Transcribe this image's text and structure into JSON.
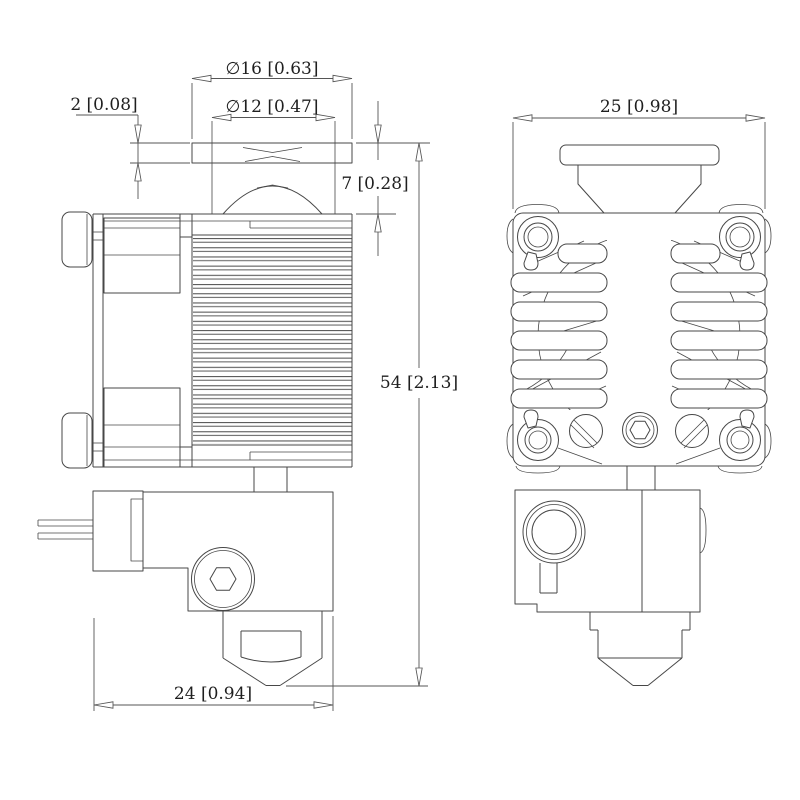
{
  "drawing": {
    "background": "#ffffff",
    "line_color": "#474747",
    "dim_line_color": "#555555",
    "text_color": "#1f1f1f",
    "dimensions": {
      "flange_od": {
        "label": "∅16 [0.63]",
        "mm": "16",
        "inch": "0.63"
      },
      "collar_od": {
        "label": "∅12 [0.47]",
        "mm": "12",
        "inch": "0.47"
      },
      "flange_thickness": {
        "label": "2 [0.08]",
        "mm": "2",
        "inch": "0.08"
      },
      "flange_to_heatsink": {
        "label": "7 [0.28]",
        "mm": "7",
        "inch": "0.28"
      },
      "overall_height": {
        "label": "54 [2.13]",
        "mm": "54",
        "inch": "2.13"
      },
      "heater_block_width": {
        "label": "24 [0.94]",
        "mm": "24",
        "inch": "0.94"
      },
      "heatsink_width": {
        "label": "25 [0.98]",
        "mm": "25",
        "inch": "0.98"
      }
    }
  }
}
